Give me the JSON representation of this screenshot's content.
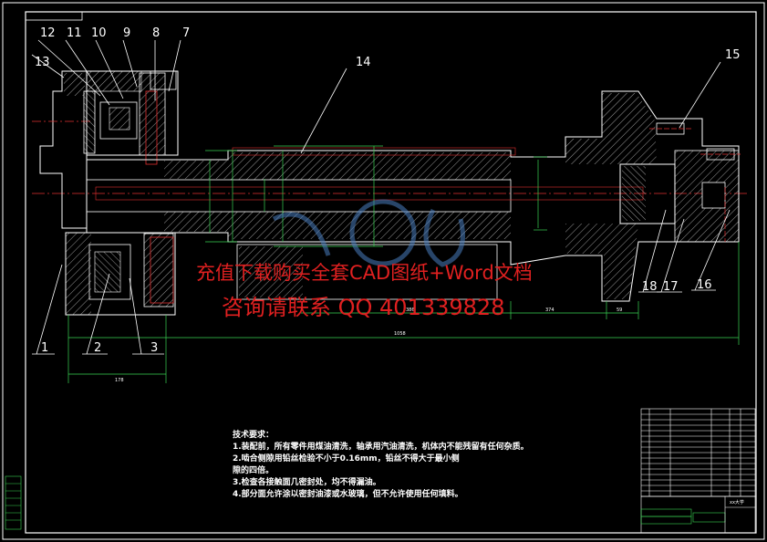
{
  "labels": {
    "p1": "1",
    "p2": "2",
    "p3": "3",
    "p7": "7",
    "p8": "8",
    "p9": "9",
    "p10": "10",
    "p11": "11",
    "p12": "12",
    "p13": "13",
    "p14": "14",
    "p15": "15",
    "p16": "16",
    "p17": "17",
    "p18": "18"
  },
  "dims": {
    "total": "1058",
    "cylinder": "178",
    "sleeve": "386",
    "nose": "374",
    "tip": "59"
  },
  "watermark": {
    "line1": "充值下载购买全套CAD图纸+Word文档",
    "line2": "咨询请联系  QQ 401339828"
  },
  "tech": {
    "title": "技术要求：",
    "lines": [
      "1.装配前，所有零件用煤油清洗，轴承用汽油清洗，机体内不能残留有任何杂质。",
      "2.啮合侧隙用铅丝检验不小于0.16mm，铅丝不得大于最小侧",
      "隙的四倍。",
      "3.检查各接触面几密封处，均不得漏油。",
      "4.部分面允许涂以密封油漆或水玻璃，但不允许使用任何填料。"
    ]
  },
  "title_block": {
    "school": "xx大学"
  }
}
